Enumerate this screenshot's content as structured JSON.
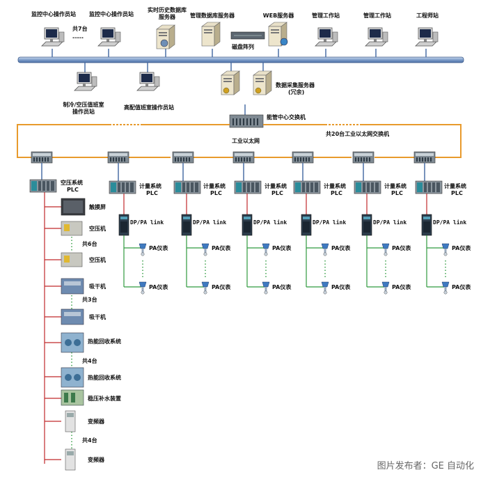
{
  "top": {
    "monitor1": "监控中心操作员站",
    "monitor2": "监控中心操作员站",
    "count7": "共7台",
    "dots": "……",
    "historydb": "实时历史数据库服务器",
    "mgmtdb": "管理数据库服务器",
    "disk": "磁盘阵列",
    "web": "WEB服务器",
    "mgmt1": "管理工作站",
    "mgmt2": "管理工作站",
    "engineer": "工程师站"
  },
  "mid": {
    "cold_line1": "制冷/空压值班室",
    "cold_line2": "操作员站",
    "hv": "高配值班室操作员站",
    "acq_line1": "数据采集服务器",
    "acq_line2": "(冗余)",
    "core_switch": "能管中心交换机",
    "switch_count": "共20台工业以太网交换机",
    "ethernet": "工业以太网"
  },
  "plc": {
    "air_line1": "空压系统",
    "air_line2": "PLC",
    "meter_line1": "计量系统",
    "meter_line2": "PLC",
    "dppa": "DP/PA link",
    "pa": "PA仪表"
  },
  "devices": {
    "touch": "触摸屏",
    "compressor": "空压机",
    "count6": "共6台",
    "dryer": "吸干机",
    "count3": "共3台",
    "heat": "热能回收系统",
    "count4a": "共4台",
    "water": "稳压补水装置",
    "vfd": "变频器",
    "count4b": "共4台"
  },
  "footer": "图片发布者：GE 自动化"
}
